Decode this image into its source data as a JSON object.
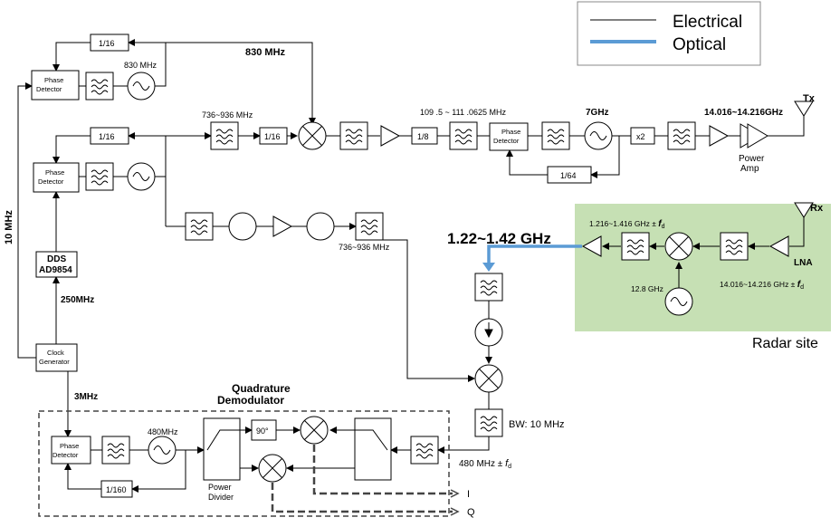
{
  "legend": {
    "electrical": "Electrical",
    "optical": "Optical"
  },
  "colors": {
    "optical": "#5b9bd5",
    "radar_site_bg": "#c6e0b4",
    "wire": "#000000"
  },
  "icons": [
    "bandpass-filter-icon",
    "oscillator-icon",
    "mixer-icon",
    "amplifier-icon",
    "antenna-icon"
  ],
  "labels": {
    "f830": "830 MHz",
    "f830osc": "830 MHz",
    "f736a": "736~936  MHz",
    "f109": "109 .5 ~ 111 .0625 MHz",
    "f7g": "7GHz",
    "f14tx": "14.016~14.216GHz",
    "tx": "Tx",
    "rx": "Rx",
    "pa1": "Power",
    "pa2": "Amp",
    "ref10": "10 MHz",
    "dds1": "DDS",
    "dds2": "AD9854",
    "f250": "250MHz",
    "clk1": "Clock",
    "clk2": "Generator",
    "f3": "3MHz",
    "f736b": "736~936  MHz",
    "band": "1.22~1.42 GHz",
    "f1216a": "1.216~1.416  GHz ± ",
    "f1216b": "f",
    "f1216c": "d",
    "f128": "12.8 GHz",
    "f14rxa": "14.016~14.216  GHz ± ",
    "f14rxb": "f",
    "f14rxc": "d",
    "lna": "LNA",
    "radar_site": "Radar site",
    "qd1": "Quadrature",
    "qd2": "Demodulator",
    "f480": "480MHz",
    "bw": "BW: 10 MHz",
    "f480fda": "480 MHz ± ",
    "f480fdb": "f",
    "f480fdc": "d",
    "ph90": "90°",
    "pd1": "Power",
    "pd2": "Divider",
    "i": "I",
    "q": "Q",
    "div16a": "1/16",
    "div16b": "1/16",
    "div16c": "1/16",
    "div8": "1/8",
    "div64": "1/64",
    "x2": "x2",
    "div160": "1/160",
    "pdet1a": "Phase",
    "pdet1b": "Detector",
    "pdet2a": "Phase",
    "pdet2b": "Detector",
    "pdet3a": "Phase",
    "pdet3b": "Detector",
    "pdet4a": "Phase",
    "pdet4b": "Detector"
  }
}
